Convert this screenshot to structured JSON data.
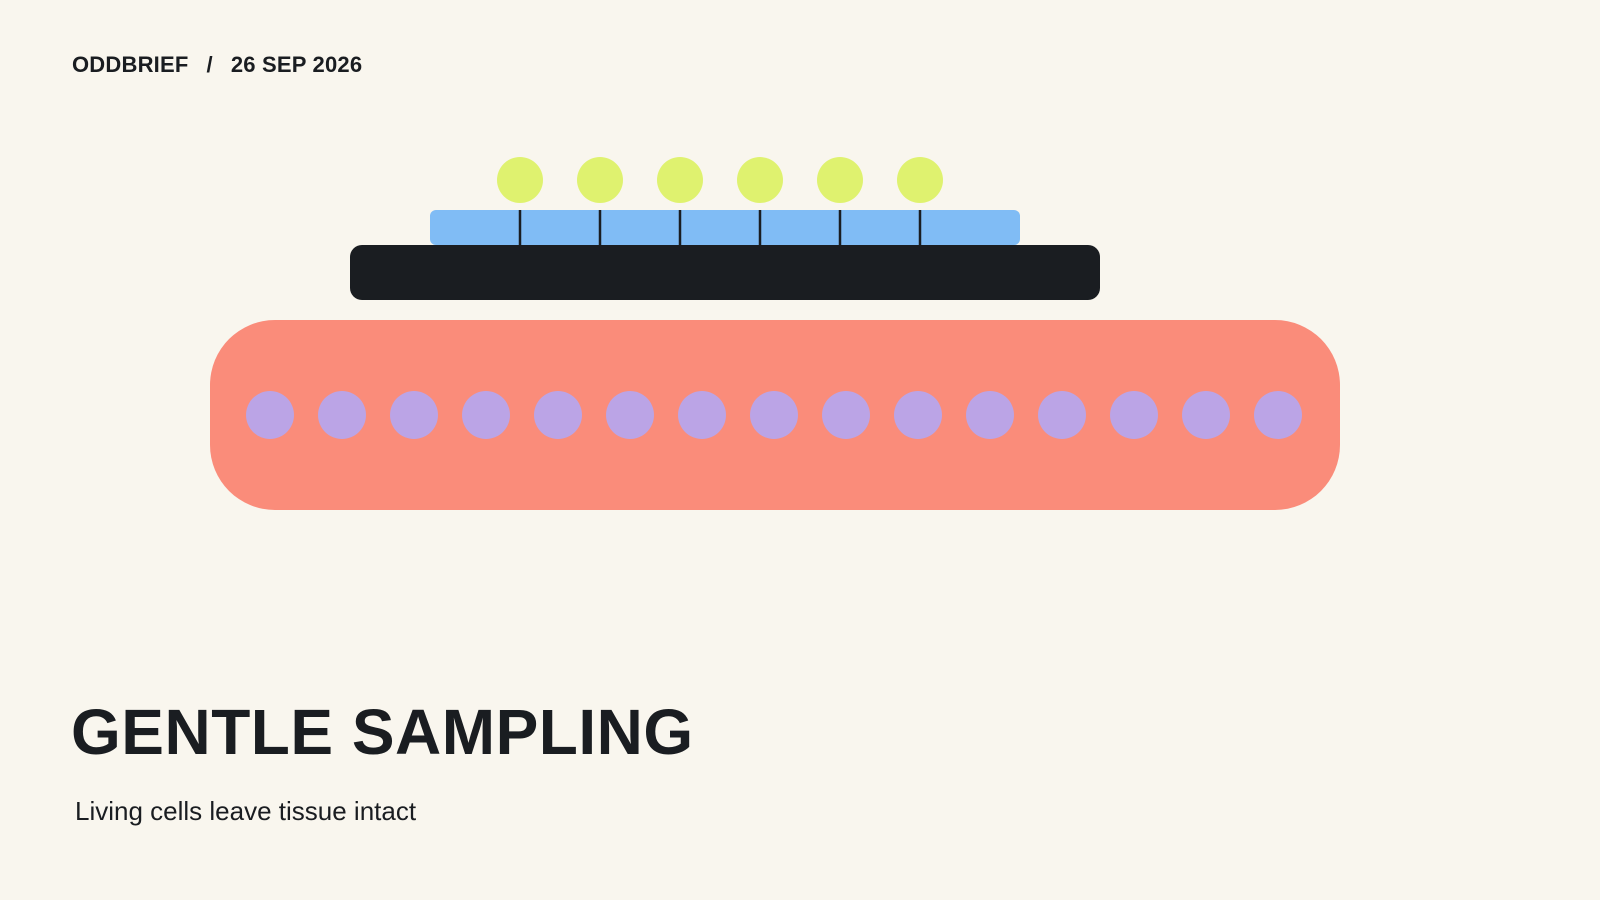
{
  "masthead": {
    "brand": "ODDBRIEF",
    "separator": "/",
    "date": "26 SEP 2026"
  },
  "headline": "GENTLE SAMPLING",
  "subline": "Living cells leave tissue intact",
  "illustration": {
    "yellow_dot_count": 6,
    "purple_dot_count": 15,
    "colors": {
      "background": "#f9f6ee",
      "yellow_dots": "#dff26f",
      "blue_strip": "#80bcf5",
      "dark_bar": "#1a1d21",
      "salmon_body": "#fa8c7a",
      "purple_dots": "#bba4e6"
    }
  }
}
